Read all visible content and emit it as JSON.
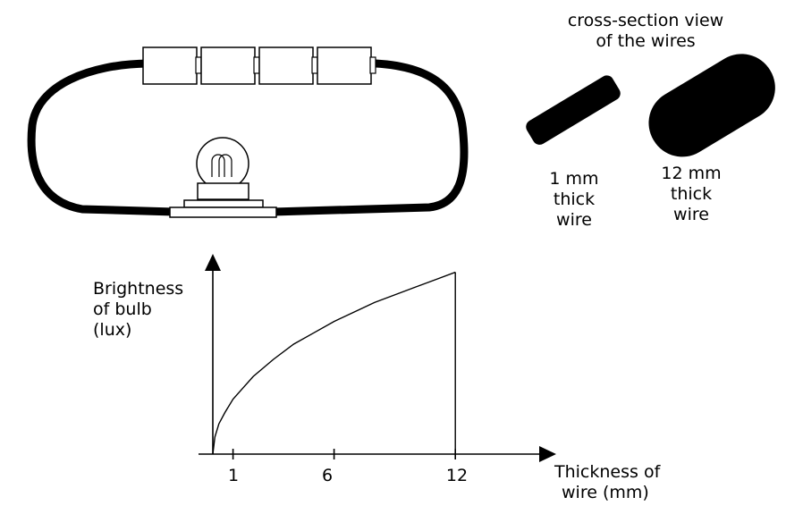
{
  "cross_section": {
    "title_line1": "cross-section view",
    "title_line2": "of the wires",
    "thin": {
      "line1": "1 mm",
      "line2": "thick",
      "line3": "wire"
    },
    "thick": {
      "line1": "12 mm",
      "line2": "thick",
      "line3": "wire"
    }
  },
  "chart_data": {
    "type": "line",
    "ylabel_line1": "Brightness",
    "ylabel_line2": "of bulb",
    "ylabel_line3": "(lux)",
    "xlabel_line1": "Thickness of",
    "xlabel_line2": "wire (mm)",
    "x_ticks": [
      1,
      6,
      12
    ],
    "x_tick_labels": [
      "1",
      "6",
      "12"
    ],
    "xlim": [
      0,
      16.6
    ],
    "ylim": [
      0,
      1.0
    ],
    "series": [
      {
        "x": [
          0,
          0.1,
          0.3,
          0.6,
          1,
          1.5,
          2,
          3,
          4,
          5,
          6,
          7,
          8,
          9,
          10,
          11,
          12
        ],
        "y": [
          0,
          0.09,
          0.16,
          0.22,
          0.29,
          0.35,
          0.41,
          0.5,
          0.58,
          0.64,
          0.7,
          0.75,
          0.8,
          0.84,
          0.88,
          0.92,
          0.96
        ]
      }
    ],
    "drop_line_at_x": 12
  }
}
